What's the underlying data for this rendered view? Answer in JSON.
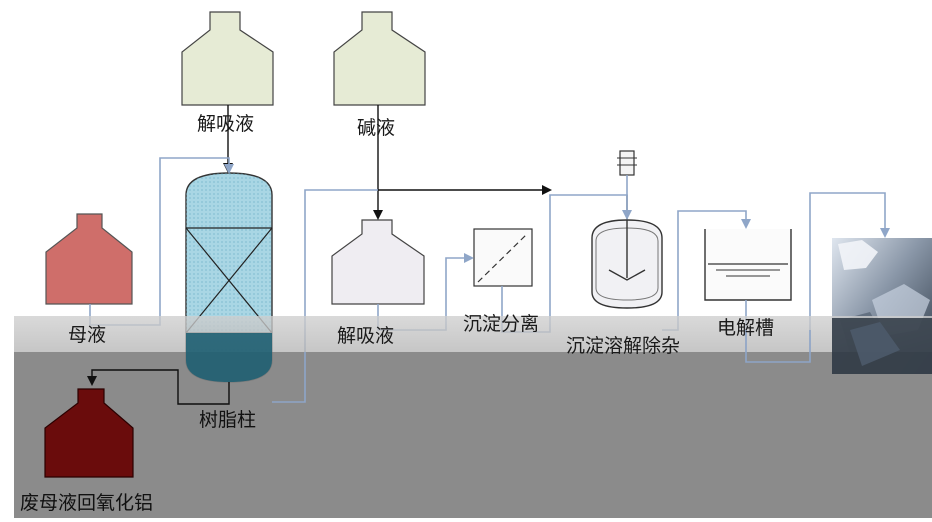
{
  "diagram": {
    "labels": {
      "eluent_top": "解吸液",
      "alkali": "碱液",
      "mother_liquor": "母液",
      "eluate": "解吸液",
      "precipitation_separation": "沉淀分离",
      "precipitation_dissolution": "沉淀溶解除杂",
      "electrolytic_cell": "电解槽",
      "resin_column": "树脂柱",
      "waste_liquor_recovery": "废母液回氧化铝"
    },
    "colors": {
      "eluent_tank": "#e6ebd5",
      "alkali_tank": "#e6ebd5",
      "mother_tank": "#cf6e6a",
      "eluate_tank": "#efedf2",
      "waste_tank": "#6a0c0c",
      "column_top": "#8fc7d9",
      "column_bottom": "#1f5f72",
      "pipe_blue": "#8fa6c8",
      "pipe_black": "#111111"
    },
    "icons": [
      "motor-icon",
      "stirrer-icon",
      "product-photo"
    ]
  }
}
